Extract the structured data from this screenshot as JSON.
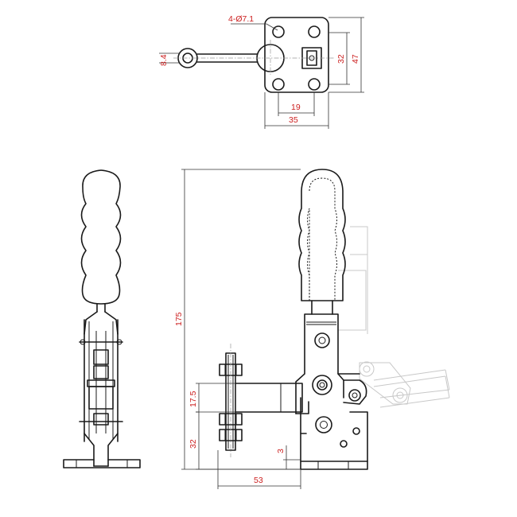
{
  "drawing": {
    "top_view": {
      "hole_callout": "4-Ø7.1",
      "handle_eye_dim": "8.4",
      "inner_height_dim": "32",
      "outer_height_dim": "47",
      "inner_width_dim": "19",
      "outer_width_dim": "35"
    },
    "side_view": {
      "overall_height_dim": "175",
      "arm_height_dim": "17.5",
      "spindle_height_dim": "32",
      "base_thickness_dim": "3",
      "reach_dim": "53"
    }
  }
}
